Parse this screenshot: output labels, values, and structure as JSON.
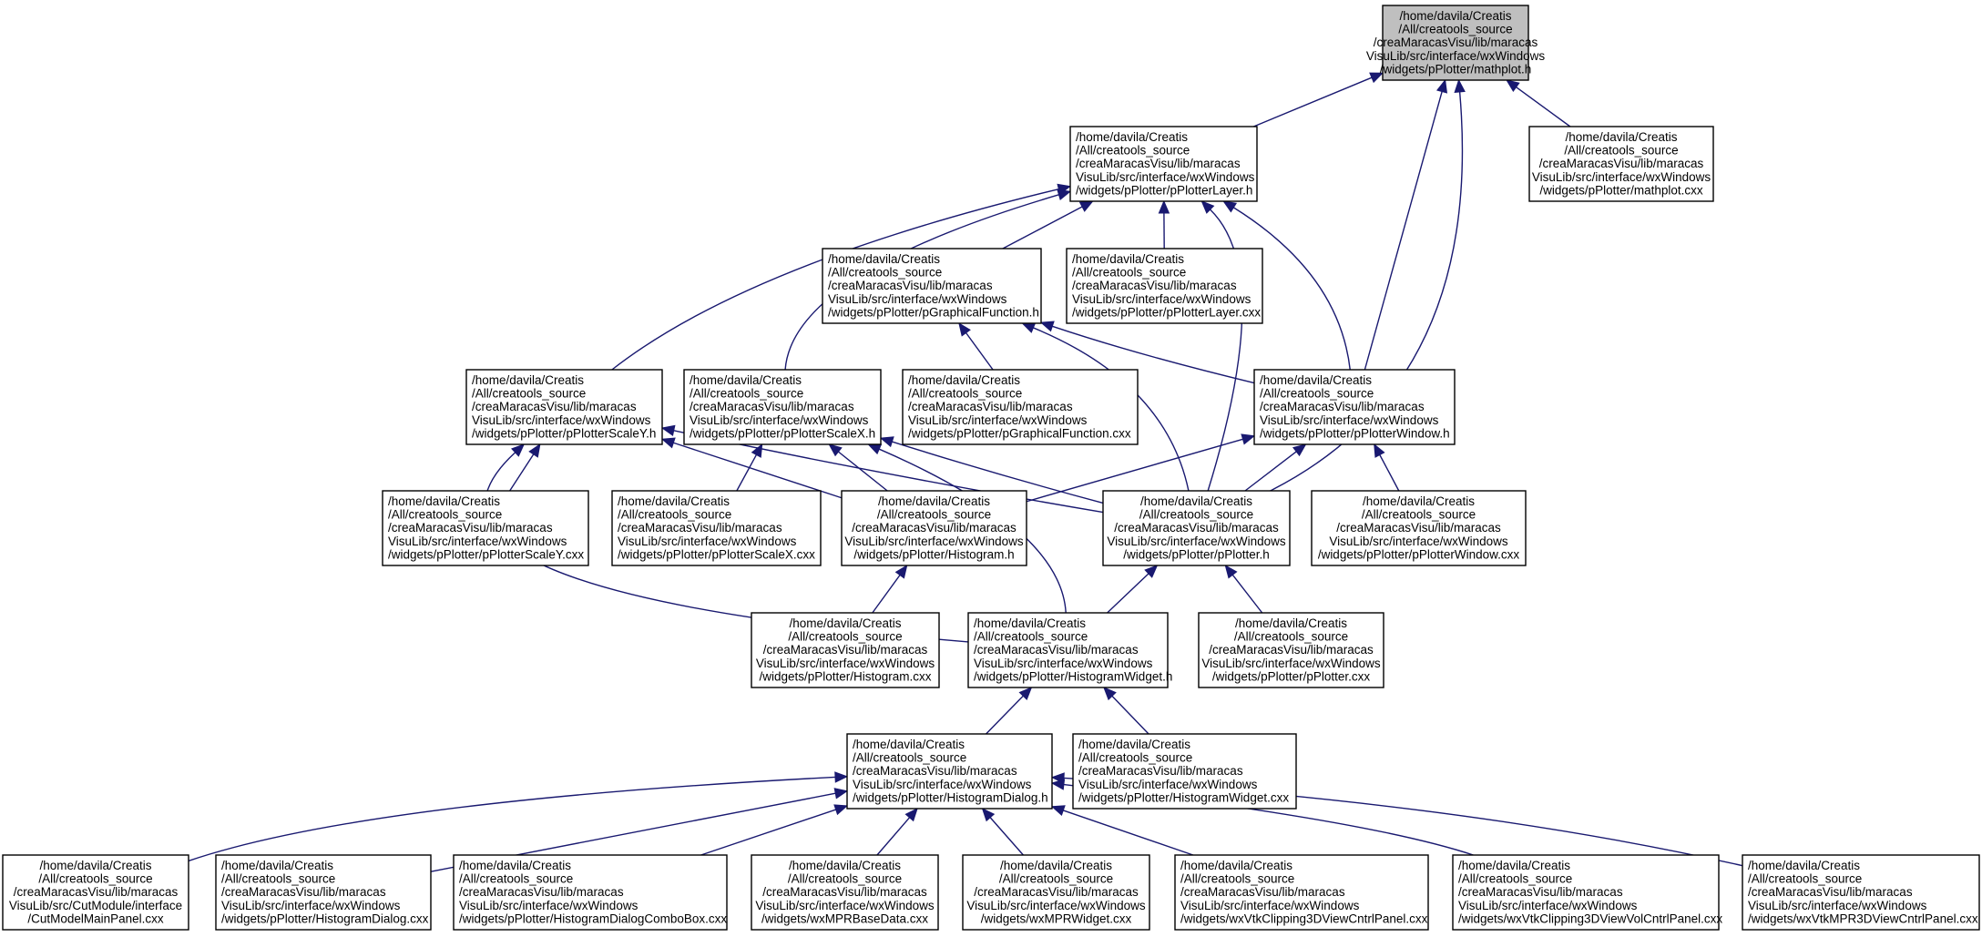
{
  "colors": {
    "edge": "#191970",
    "root_fill": "#bfbfbf",
    "node_fill": "#ffffff",
    "border": "#000000"
  },
  "nodes": [
    {
      "id": "mathplot_h",
      "root": true,
      "lines": [
        "/home/davila/Creatis",
        "/All/creatools_source",
        "/creaMaracasVisu/lib/maracas",
        "VisuLib/src/interface/wxWindows",
        "/widgets/pPlotter/mathplot.h"
      ]
    },
    {
      "id": "pPlotterLayer_h",
      "lines": [
        "/home/davila/Creatis",
        "/All/creatools_source",
        "/creaMaracasVisu/lib/maracas",
        "VisuLib/src/interface/wxWindows",
        "/widgets/pPlotter/pPlotterLayer.h"
      ]
    },
    {
      "id": "mathplot_cxx",
      "lines": [
        "/home/davila/Creatis",
        "/All/creatools_source",
        "/creaMaracasVisu/lib/maracas",
        "VisuLib/src/interface/wxWindows",
        "/widgets/pPlotter/mathplot.cxx"
      ]
    },
    {
      "id": "pGraphicalFunction_h",
      "lines": [
        "/home/davila/Creatis",
        "/All/creatools_source",
        "/creaMaracasVisu/lib/maracas",
        "VisuLib/src/interface/wxWindows",
        "/widgets/pPlotter/pGraphicalFunction.h"
      ]
    },
    {
      "id": "pPlotterLayer_cxx",
      "lines": [
        "/home/davila/Creatis",
        "/All/creatools_source",
        "/creaMaracasVisu/lib/maracas",
        "VisuLib/src/interface/wxWindows",
        "/widgets/pPlotter/pPlotterLayer.cxx"
      ]
    },
    {
      "id": "pPlotterScaleY_h",
      "lines": [
        "/home/davila/Creatis",
        "/All/creatools_source",
        "/creaMaracasVisu/lib/maracas",
        "VisuLib/src/interface/wxWindows",
        "/widgets/pPlotter/pPlotterScaleY.h"
      ]
    },
    {
      "id": "pPlotterScaleX_h",
      "lines": [
        "/home/davila/Creatis",
        "/All/creatools_source",
        "/creaMaracasVisu/lib/maracas",
        "VisuLib/src/interface/wxWindows",
        "/widgets/pPlotter/pPlotterScaleX.h"
      ]
    },
    {
      "id": "pGraphicalFunction_cxx",
      "lines": [
        "/home/davila/Creatis",
        "/All/creatools_source",
        "/creaMaracasVisu/lib/maracas",
        "VisuLib/src/interface/wxWindows",
        "/widgets/pPlotter/pGraphicalFunction.cxx"
      ]
    },
    {
      "id": "pPlotterWindow_h",
      "lines": [
        "/home/davila/Creatis",
        "/All/creatools_source",
        "/creaMaracasVisu/lib/maracas",
        "VisuLib/src/interface/wxWindows",
        "/widgets/pPlotter/pPlotterWindow.h"
      ]
    },
    {
      "id": "pPlotterScaleY_cxx",
      "lines": [
        "/home/davila/Creatis",
        "/All/creatools_source",
        "/creaMaracasVisu/lib/maracas",
        "VisuLib/src/interface/wxWindows",
        "/widgets/pPlotter/pPlotterScaleY.cxx"
      ]
    },
    {
      "id": "pPlotterScaleX_cxx",
      "lines": [
        "/home/davila/Creatis",
        "/All/creatools_source",
        "/creaMaracasVisu/lib/maracas",
        "VisuLib/src/interface/wxWindows",
        "/widgets/pPlotter/pPlotterScaleX.cxx"
      ]
    },
    {
      "id": "Histogram_h",
      "lines": [
        "/home/davila/Creatis",
        "/All/creatools_source",
        "/creaMaracasVisu/lib/maracas",
        "VisuLib/src/interface/wxWindows",
        "/widgets/pPlotter/Histogram.h"
      ]
    },
    {
      "id": "pPlotter_h",
      "lines": [
        "/home/davila/Creatis",
        "/All/creatools_source",
        "/creaMaracasVisu/lib/maracas",
        "VisuLib/src/interface/wxWindows",
        "/widgets/pPlotter/pPlotter.h"
      ]
    },
    {
      "id": "pPlotterWindow_cxx",
      "lines": [
        "/home/davila/Creatis",
        "/All/creatools_source",
        "/creaMaracasVisu/lib/maracas",
        "VisuLib/src/interface/wxWindows",
        "/widgets/pPlotter/pPlotterWindow.cxx"
      ]
    },
    {
      "id": "Histogram_cxx",
      "lines": [
        "/home/davila/Creatis",
        "/All/creatools_source",
        "/creaMaracasVisu/lib/maracas",
        "VisuLib/src/interface/wxWindows",
        "/widgets/pPlotter/Histogram.cxx"
      ]
    },
    {
      "id": "HistogramWidget_h",
      "lines": [
        "/home/davila/Creatis",
        "/All/creatools_source",
        "/creaMaracasVisu/lib/maracas",
        "VisuLib/src/interface/wxWindows",
        "/widgets/pPlotter/HistogramWidget.h"
      ]
    },
    {
      "id": "pPlotter_cxx",
      "lines": [
        "/home/davila/Creatis",
        "/All/creatools_source",
        "/creaMaracasVisu/lib/maracas",
        "VisuLib/src/interface/wxWindows",
        "/widgets/pPlotter/pPlotter.cxx"
      ]
    },
    {
      "id": "HistogramDialog_h",
      "lines": [
        "/home/davila/Creatis",
        "/All/creatools_source",
        "/creaMaracasVisu/lib/maracas",
        "VisuLib/src/interface/wxWindows",
        "/widgets/pPlotter/HistogramDialog.h"
      ]
    },
    {
      "id": "HistogramWidget_cxx",
      "lines": [
        "/home/davila/Creatis",
        "/All/creatools_source",
        "/creaMaracasVisu/lib/maracas",
        "VisuLib/src/interface/wxWindows",
        "/widgets/pPlotter/HistogramWidget.cxx"
      ]
    },
    {
      "id": "CutModelMainPanel_cxx",
      "lines": [
        "/home/davila/Creatis",
        "/All/creatools_source",
        "/creaMaracasVisu/lib/maracas",
        "VisuLib/src/CutModule/interface",
        "/CutModelMainPanel.cxx"
      ]
    },
    {
      "id": "HistogramDialog_cxx",
      "lines": [
        "/home/davila/Creatis",
        "/All/creatools_source",
        "/creaMaracasVisu/lib/maracas",
        "VisuLib/src/interface/wxWindows",
        "/widgets/pPlotter/HistogramDialog.cxx"
      ]
    },
    {
      "id": "HistogramDialogComboBox_cxx",
      "lines": [
        "/home/davila/Creatis",
        "/All/creatools_source",
        "/creaMaracasVisu/lib/maracas",
        "VisuLib/src/interface/wxWindows",
        "/widgets/pPlotter/HistogramDialogComboBox.cxx"
      ]
    },
    {
      "id": "wxMPRBaseData_cxx",
      "lines": [
        "/home/davila/Creatis",
        "/All/creatools_source",
        "/creaMaracasVisu/lib/maracas",
        "VisuLib/src/interface/wxWindows",
        "/widgets/wxMPRBaseData.cxx"
      ]
    },
    {
      "id": "wxMPRWidget_cxx",
      "lines": [
        "/home/davila/Creatis",
        "/All/creatools_source",
        "/creaMaracasVisu/lib/maracas",
        "VisuLib/src/interface/wxWindows",
        "/widgets/wxMPRWidget.cxx"
      ]
    },
    {
      "id": "wxVtkClipping3DViewCntrlPanel_cxx",
      "lines": [
        "/home/davila/Creatis",
        "/All/creatools_source",
        "/creaMaracasVisu/lib/maracas",
        "VisuLib/src/interface/wxWindows",
        "/widgets/wxVtkClipping3DViewCntrlPanel.cxx"
      ]
    },
    {
      "id": "wxVtkClipping3DViewVolCntrlPanel_cxx",
      "lines": [
        "/home/davila/Creatis",
        "/All/creatools_source",
        "/creaMaracasVisu/lib/maracas",
        "VisuLib/src/interface/wxWindows",
        "/widgets/wxVtkClipping3DViewVolCntrlPanel.cxx"
      ]
    },
    {
      "id": "wxVtkMPR3DViewCntrlPanel_cxx",
      "lines": [
        "/home/davila/Creatis",
        "/All/creatools_source",
        "/creaMaracasVisu/lib/maracas",
        "VisuLib/src/interface/wxWindows",
        "/widgets/wxVtkMPR3DViewCntrlPanel.cxx"
      ]
    }
  ],
  "edges": [
    {
      "from": "pPlotterLayer_h",
      "to": "mathplot_h"
    },
    {
      "from": "mathplot_cxx",
      "to": "mathplot_h"
    },
    {
      "from": "pPlotterWindow_h",
      "to": "mathplot_h"
    },
    {
      "from": "pPlotter_h",
      "to": "mathplot_h"
    },
    {
      "from": "pGraphicalFunction_h",
      "to": "pPlotterLayer_h"
    },
    {
      "from": "pPlotterLayer_cxx",
      "to": "pPlotterLayer_h"
    },
    {
      "from": "pPlotterScaleY_h",
      "to": "pPlotterLayer_h"
    },
    {
      "from": "pPlotterScaleX_h",
      "to": "pPlotterLayer_h"
    },
    {
      "from": "pPlotterWindow_h",
      "to": "pPlotterLayer_h"
    },
    {
      "from": "pPlotter_h",
      "to": "pPlotterLayer_h"
    },
    {
      "from": "pGraphicalFunction_cxx",
      "to": "pGraphicalFunction_h"
    },
    {
      "from": "pPlotterWindow_h",
      "to": "pGraphicalFunction_h"
    },
    {
      "from": "pPlotter_h",
      "to": "pGraphicalFunction_h"
    },
    {
      "from": "pPlotterScaleY_cxx",
      "to": "pPlotterScaleY_h"
    },
    {
      "from": "Histogram_h",
      "to": "pPlotterScaleY_h"
    },
    {
      "from": "pPlotter_h",
      "to": "pPlotterScaleY_h"
    },
    {
      "from": "HistogramWidget_h",
      "to": "pPlotterScaleY_h"
    },
    {
      "from": "pPlotterScaleX_cxx",
      "to": "pPlotterScaleX_h"
    },
    {
      "from": "Histogram_h",
      "to": "pPlotterScaleX_h"
    },
    {
      "from": "pPlotter_h",
      "to": "pPlotterScaleX_h"
    },
    {
      "from": "HistogramWidget_h",
      "to": "pPlotterScaleX_h"
    },
    {
      "from": "Histogram_h",
      "to": "pPlotterWindow_h"
    },
    {
      "from": "pPlotter_h",
      "to": "pPlotterWindow_h"
    },
    {
      "from": "pPlotterWindow_cxx",
      "to": "pPlotterWindow_h"
    },
    {
      "from": "Histogram_cxx",
      "to": "Histogram_h"
    },
    {
      "from": "HistogramWidget_h",
      "to": "pPlotter_h"
    },
    {
      "from": "pPlotter_cxx",
      "to": "pPlotter_h"
    },
    {
      "from": "HistogramDialog_h",
      "to": "HistogramWidget_h"
    },
    {
      "from": "HistogramWidget_cxx",
      "to": "HistogramWidget_h"
    },
    {
      "from": "CutModelMainPanel_cxx",
      "to": "HistogramDialog_h"
    },
    {
      "from": "HistogramDialog_cxx",
      "to": "HistogramDialog_h"
    },
    {
      "from": "HistogramDialogComboBox_cxx",
      "to": "HistogramDialog_h"
    },
    {
      "from": "wxMPRBaseData_cxx",
      "to": "HistogramDialog_h"
    },
    {
      "from": "wxMPRWidget_cxx",
      "to": "HistogramDialog_h"
    },
    {
      "from": "wxVtkClipping3DViewCntrlPanel_cxx",
      "to": "HistogramDialog_h"
    },
    {
      "from": "wxVtkClipping3DViewVolCntrlPanel_cxx",
      "to": "HistogramDialog_h"
    },
    {
      "from": "wxVtkMPR3DViewCntrlPanel_cxx",
      "to": "HistogramDialog_h"
    }
  ]
}
